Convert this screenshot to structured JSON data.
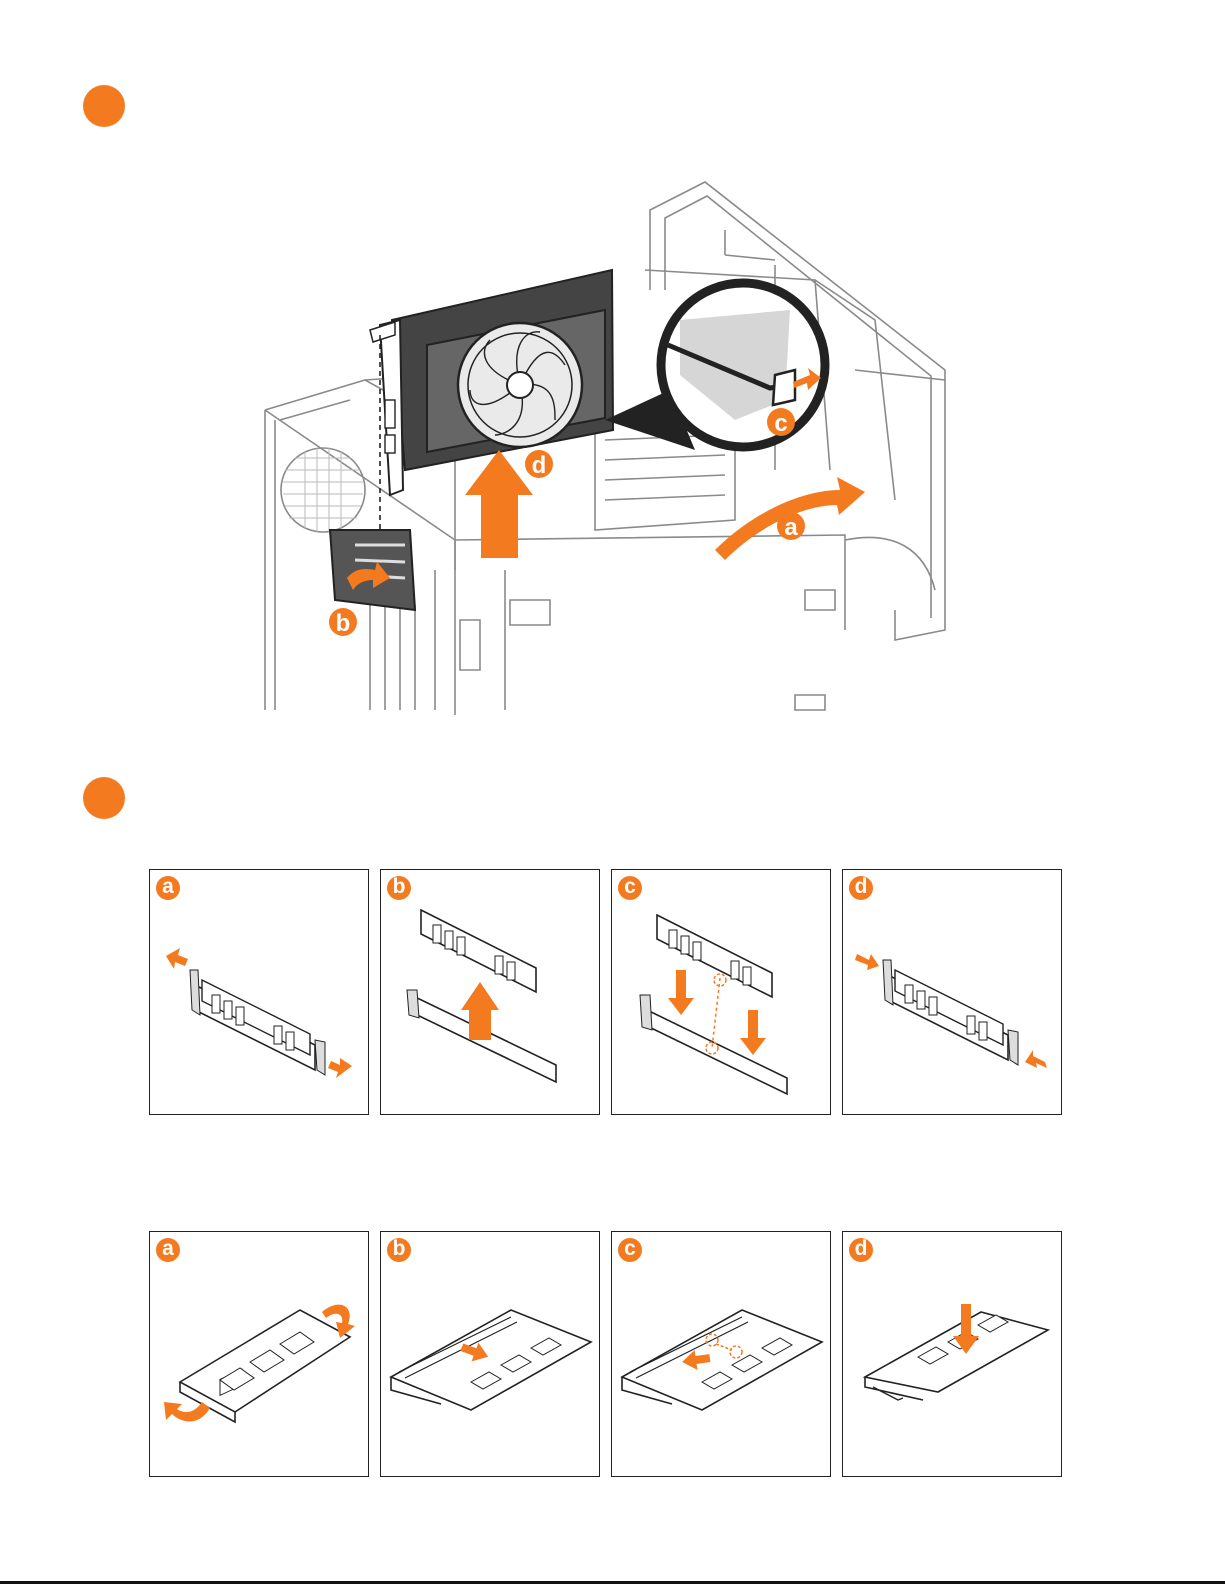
{
  "colors": {
    "accent": "#f47a20",
    "line": "#777777",
    "ink": "#222222"
  },
  "main_figure": {
    "callouts": {
      "a": "a",
      "b": "b",
      "c": "c",
      "d": "d"
    }
  },
  "desktop_memory_steps": [
    {
      "label": "a"
    },
    {
      "label": "b"
    },
    {
      "label": "c"
    },
    {
      "label": "d"
    }
  ],
  "laptop_memory_steps": [
    {
      "label": "a"
    },
    {
      "label": "b"
    },
    {
      "label": "c"
    },
    {
      "label": "d"
    }
  ]
}
